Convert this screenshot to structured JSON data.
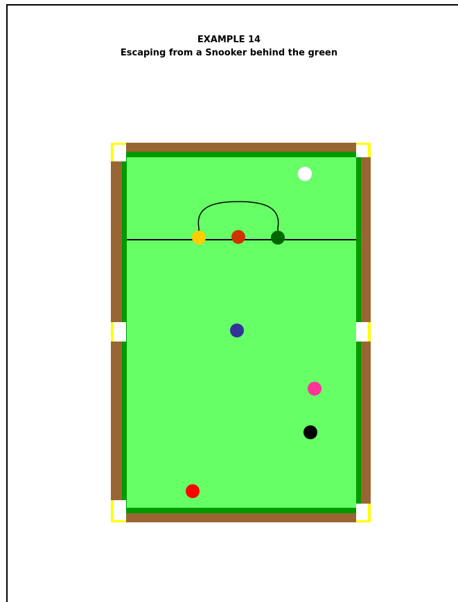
{
  "title": {
    "example": "EXAMPLE 14",
    "subtitle": "Escaping from a Snooker behind the green"
  },
  "colors": {
    "cloth": "#66ff66",
    "cushion": "#009900",
    "wood": "#996633",
    "pocket": "#ffffff",
    "pocket_marker": "#ffff00",
    "line": "#000000"
  },
  "balls": [
    {
      "name": "white",
      "color": "#ffffff"
    },
    {
      "name": "yellow",
      "color": "#ffcc00"
    },
    {
      "name": "brown",
      "color": "#cc3300"
    },
    {
      "name": "green",
      "color": "#006600"
    },
    {
      "name": "blue",
      "color": "#333399"
    },
    {
      "name": "pink",
      "color": "#ff3399"
    },
    {
      "name": "black",
      "color": "#000000"
    },
    {
      "name": "red",
      "color": "#ff0000"
    }
  ]
}
